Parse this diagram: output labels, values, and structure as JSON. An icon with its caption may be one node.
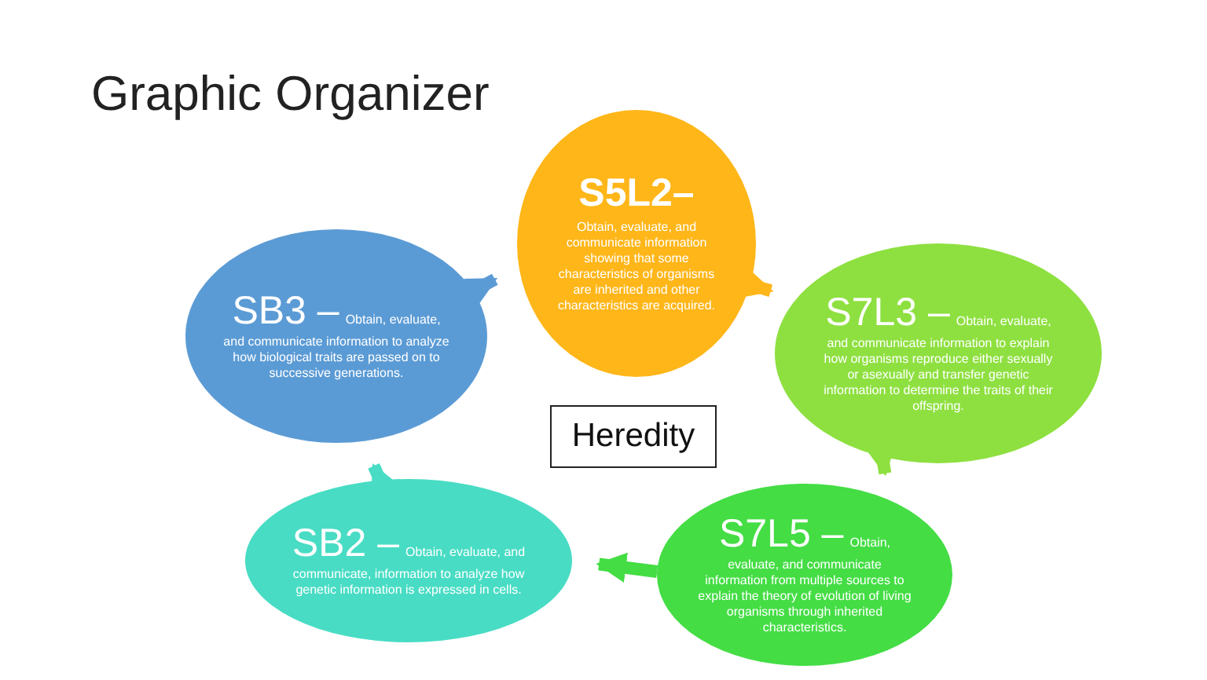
{
  "diagram": {
    "title": "Graphic Organizer",
    "nodes": [
      {
        "text": [
          "S5L2–",
          "Obtain, evaluate, and communicate information showing that some characteristics of organisms are inherited and other characteristics are acquired."
        ]
      },
      {
        "text": [
          "SB3 –",
          "Obtain, evaluate, and communicate information to analyze how biological traits are passed on to successive generations."
        ]
      },
      {
        "text": [
          "S7L3 –",
          "Obtain, evaluate, and communicate information to explain how organisms reproduce either sexually or asexually and transfer genetic information to determine the traits of their offspring."
        ]
      },
      {
        "text": [
          "Heredity"
        ]
      },
      {
        "text": [
          "S7L5 –",
          "Obtain, evaluate, and communicate information from multiple sources to explain the theory of evolution of living organisms through inherited characteristics."
        ]
      },
      {
        "text": [
          "SB2 –",
          "Obtain, evaluate, and communicate, information to analyze how genetic information is expressed in cells."
        ]
      }
    ],
    "edges": [
      {
        "from": 1,
        "to": 0,
        "arrow": "to",
        "color": "#5b9bd5"
      },
      {
        "from": 0,
        "to": 2,
        "arrow": "to",
        "color": "#ffb619"
      },
      {
        "from": 2,
        "to": 4,
        "arrow": "to",
        "color": "#8ee040"
      },
      {
        "from": 4,
        "to": 5,
        "arrow": "to",
        "color": "#44dd44"
      },
      {
        "from": 5,
        "to": 1,
        "arrow": "to",
        "color": "#48dcc4"
      }
    ]
  }
}
